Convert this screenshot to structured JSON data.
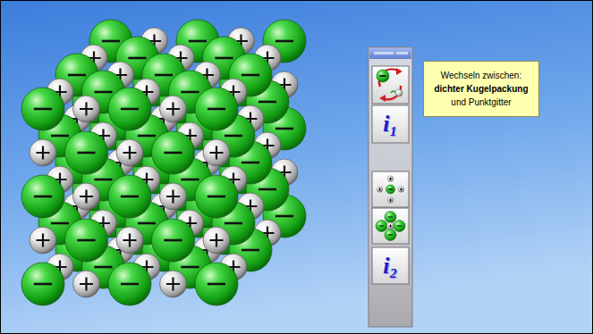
{
  "diagram": {
    "nodes": [
      {
        "text": [
          "i₁"
        ]
      },
      {
        "text": [
          "i₂"
        ]
      },
      {
        "text": [
          "Wechseln zwischen:",
          "dichter Kugelpackung",
          "und Punktgitter"
        ]
      }
    ]
  }
}
